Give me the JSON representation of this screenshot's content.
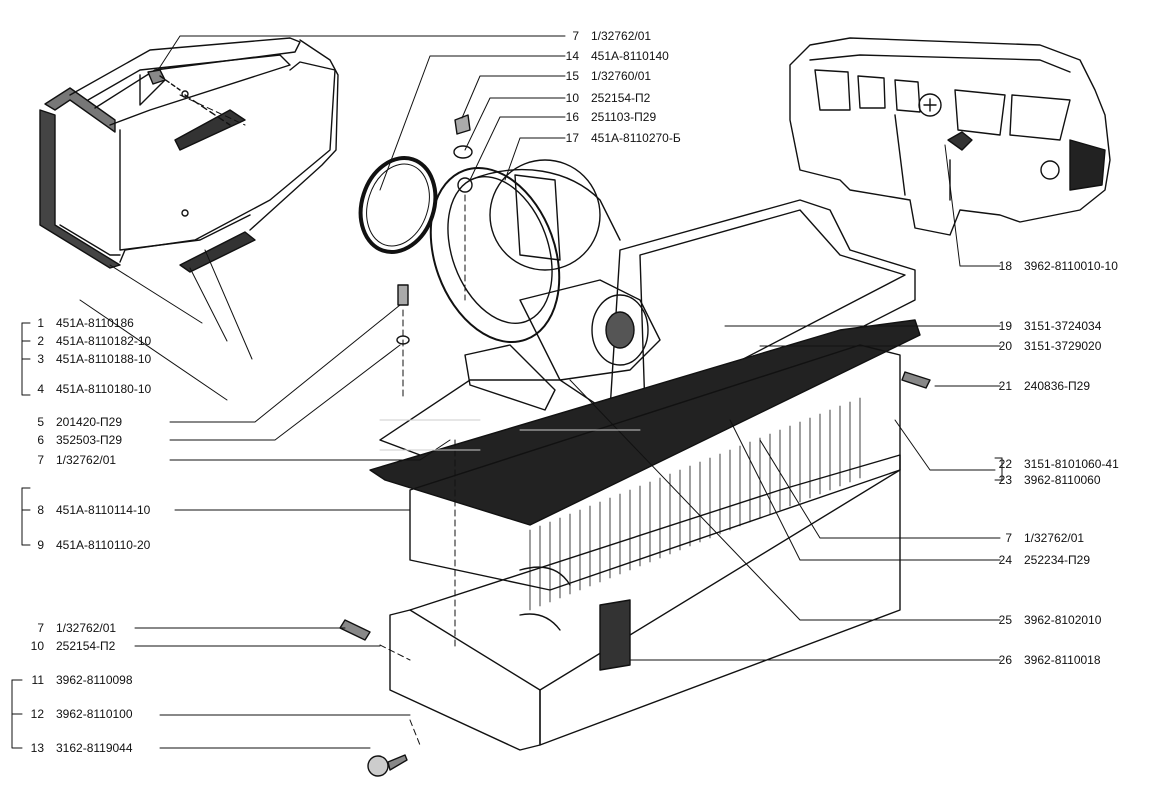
{
  "callouts": {
    "right_top": [
      {
        "n": "7",
        "code": "1/32762/01"
      },
      {
        "n": "14",
        "code": "451А-8110140"
      },
      {
        "n": "15",
        "code": "1/32760/01"
      },
      {
        "n": "10",
        "code": "252154-П2"
      },
      {
        "n": "16",
        "code": "251103-П29"
      },
      {
        "n": "17",
        "code": "451А-8110270-Б"
      }
    ],
    "right_side": [
      {
        "n": "18",
        "code": "3962-8110010-10"
      },
      {
        "n": "19",
        "code": "3151-3724034"
      },
      {
        "n": "20",
        "code": "3151-3729020"
      },
      {
        "n": "21",
        "code": "240836-П29"
      },
      {
        "n": "22",
        "code": "3151-8101060-41"
      },
      {
        "n": "23",
        "code": "3962-8110060"
      },
      {
        "n": "7",
        "code": "1/32762/01"
      },
      {
        "n": "24",
        "code": "252234-П29"
      },
      {
        "n": "25",
        "code": "3962-8102010"
      },
      {
        "n": "26",
        "code": "3962-8110018"
      }
    ],
    "left_side": [
      {
        "n": "1",
        "code": "451А-8110186"
      },
      {
        "n": "2",
        "code": "451А-8110182-10"
      },
      {
        "n": "3",
        "code": "451А-8110188-10"
      },
      {
        "n": "4",
        "code": "451А-8110180-10"
      },
      {
        "n": "5",
        "code": "201420-П29"
      },
      {
        "n": "6",
        "code": "352503-П29"
      },
      {
        "n": "7",
        "code": "1/32762/01"
      },
      {
        "n": "8",
        "code": "451А-8110114-10"
      },
      {
        "n": "9",
        "code": "451А-8110110-20"
      },
      {
        "n": "7",
        "code": "1/32762/01"
      },
      {
        "n": "10",
        "code": "252154-П2"
      },
      {
        "n": "11",
        "code": "3962-8110098"
      },
      {
        "n": "12",
        "code": "3962-8110100"
      },
      {
        "n": "13",
        "code": "3162-8119044"
      }
    ]
  },
  "drawing_icons": [
    "heater-assembly-drawing",
    "van-body-drawing",
    "gasket-frame-drawing",
    "fan-motor-drawing"
  ],
  "colors": {
    "ink": "#111111",
    "paper": "#ffffff",
    "shade": "#9a9a9a"
  }
}
